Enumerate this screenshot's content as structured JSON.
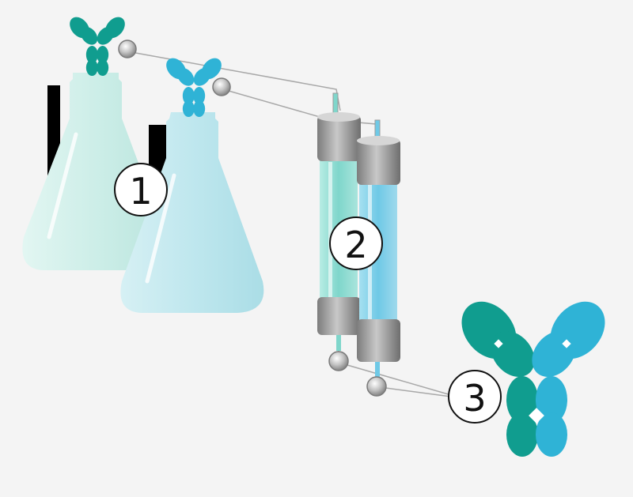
{
  "steps": [
    {
      "label": "1"
    },
    {
      "label": "2"
    },
    {
      "label": "3"
    }
  ],
  "colors": {
    "background": "#f4f4f4",
    "antibody_teal": "#109d8f",
    "antibody_blue": "#2fb3d6",
    "flask_teal": "#cdeee8",
    "flask_blue": "#bfe7ee",
    "column_cap": "#9a9a9a",
    "tube_line": "#a8a8a8"
  },
  "icons": [
    "antibody-icon",
    "flask-icon",
    "chromatography-column-icon",
    "connector-node-icon"
  ]
}
